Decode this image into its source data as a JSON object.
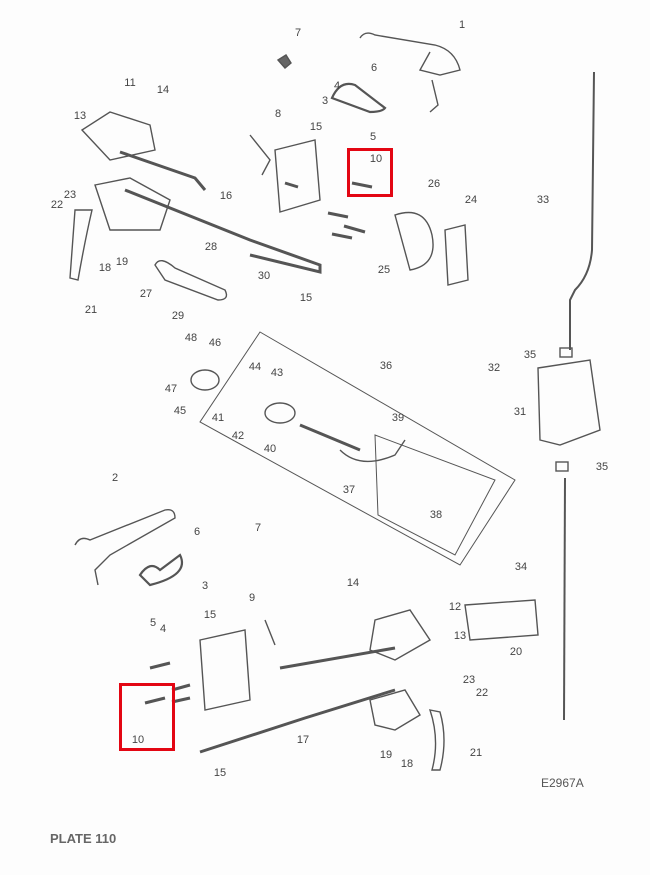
{
  "plate_label": "PLATE 110",
  "drawing_code": "E2967A",
  "highlight_color": "#e30613",
  "highlighted_part": "10",
  "callouts": [
    "1",
    "7",
    "6",
    "4",
    "3",
    "15",
    "5",
    "8",
    "11",
    "14",
    "13",
    "10",
    "26",
    "24",
    "33",
    "23",
    "22",
    "16",
    "18",
    "19",
    "28",
    "30",
    "25",
    "15",
    "27",
    "29",
    "21",
    "48",
    "46",
    "47",
    "45",
    "36",
    "44",
    "43",
    "35",
    "32",
    "31",
    "39",
    "41",
    "42",
    "40",
    "35",
    "37",
    "38",
    "2",
    "7",
    "6",
    "34",
    "3",
    "15",
    "5",
    "4",
    "9",
    "14",
    "12",
    "13",
    "20",
    "10",
    "23",
    "22",
    "17",
    "21",
    "19",
    "18",
    "15"
  ]
}
